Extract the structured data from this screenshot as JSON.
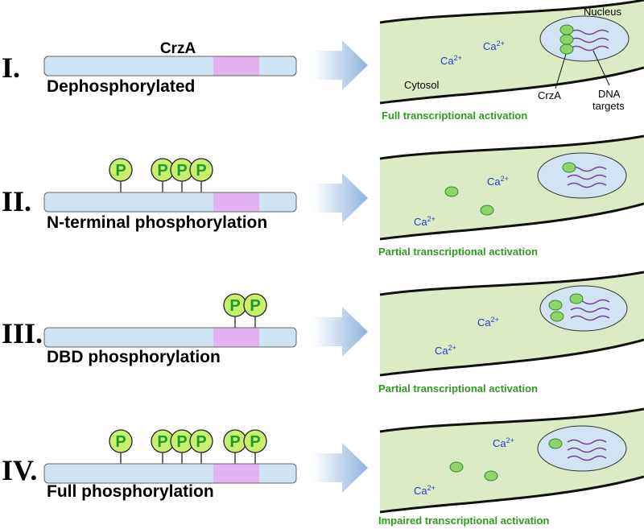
{
  "figure": {
    "protein_name": "CrzA",
    "colors": {
      "protein_bar": "#cfe3f2",
      "dbd_region": "#e3b3ef",
      "phospho_circle": "#c9ef6f",
      "phospho_text": "#1f9b2a",
      "arrow": "#8fb3dc",
      "cytosol": "#dcebc5",
      "nucleus": "#d2e4f3",
      "dna": "#7b3f9e",
      "crza_dot": "#8fd36a",
      "calcium_text": "#1f3fc8",
      "activation_text": "#2e9b1e"
    },
    "icons": {
      "phosphate": "phosphate-circle-icon",
      "arrow": "right-arrow-icon",
      "cell": "hypha-cell-icon",
      "nucleus": "nucleus-icon",
      "dna": "dna-target-wave-icon",
      "crza": "crza-protein-dot-icon"
    },
    "cell_labels": {
      "nucleus": "Nucleus",
      "cytosol": "Cytosol",
      "crza": "CrzA",
      "dna_line1": "DNA",
      "dna_line2": "targets"
    },
    "calcium": {
      "base": "Ca",
      "charge": "2+"
    },
    "panels": [
      {
        "numeral": "I.",
        "state": "Dephosphorylated",
        "phospho_sites": [],
        "crza_in_nucleus": 3,
        "crza_in_cytosol": 0,
        "activation": "Full transcriptional activation"
      },
      {
        "numeral": "II.",
        "state": "N-terminal phosphorylation",
        "phospho_sites": [
          "P",
          "P",
          "P",
          "P"
        ],
        "crza_in_nucleus": 1,
        "crza_in_cytosol": 2,
        "activation": "Partial transcriptional activation"
      },
      {
        "numeral": "III.",
        "state": "DBD phosphorylation",
        "phospho_sites": [
          "P",
          "P"
        ],
        "crza_in_nucleus": 3,
        "crza_in_cytosol": 0,
        "activation": "Partial transcriptional activation"
      },
      {
        "numeral": "IV.",
        "state": "Full phosphorylation",
        "phospho_sites": [
          "P",
          "P",
          "P",
          "P",
          "P",
          "P"
        ],
        "crza_in_nucleus": 1,
        "crza_in_cytosol": 2,
        "activation": "Impaired transcriptional activation"
      }
    ]
  }
}
